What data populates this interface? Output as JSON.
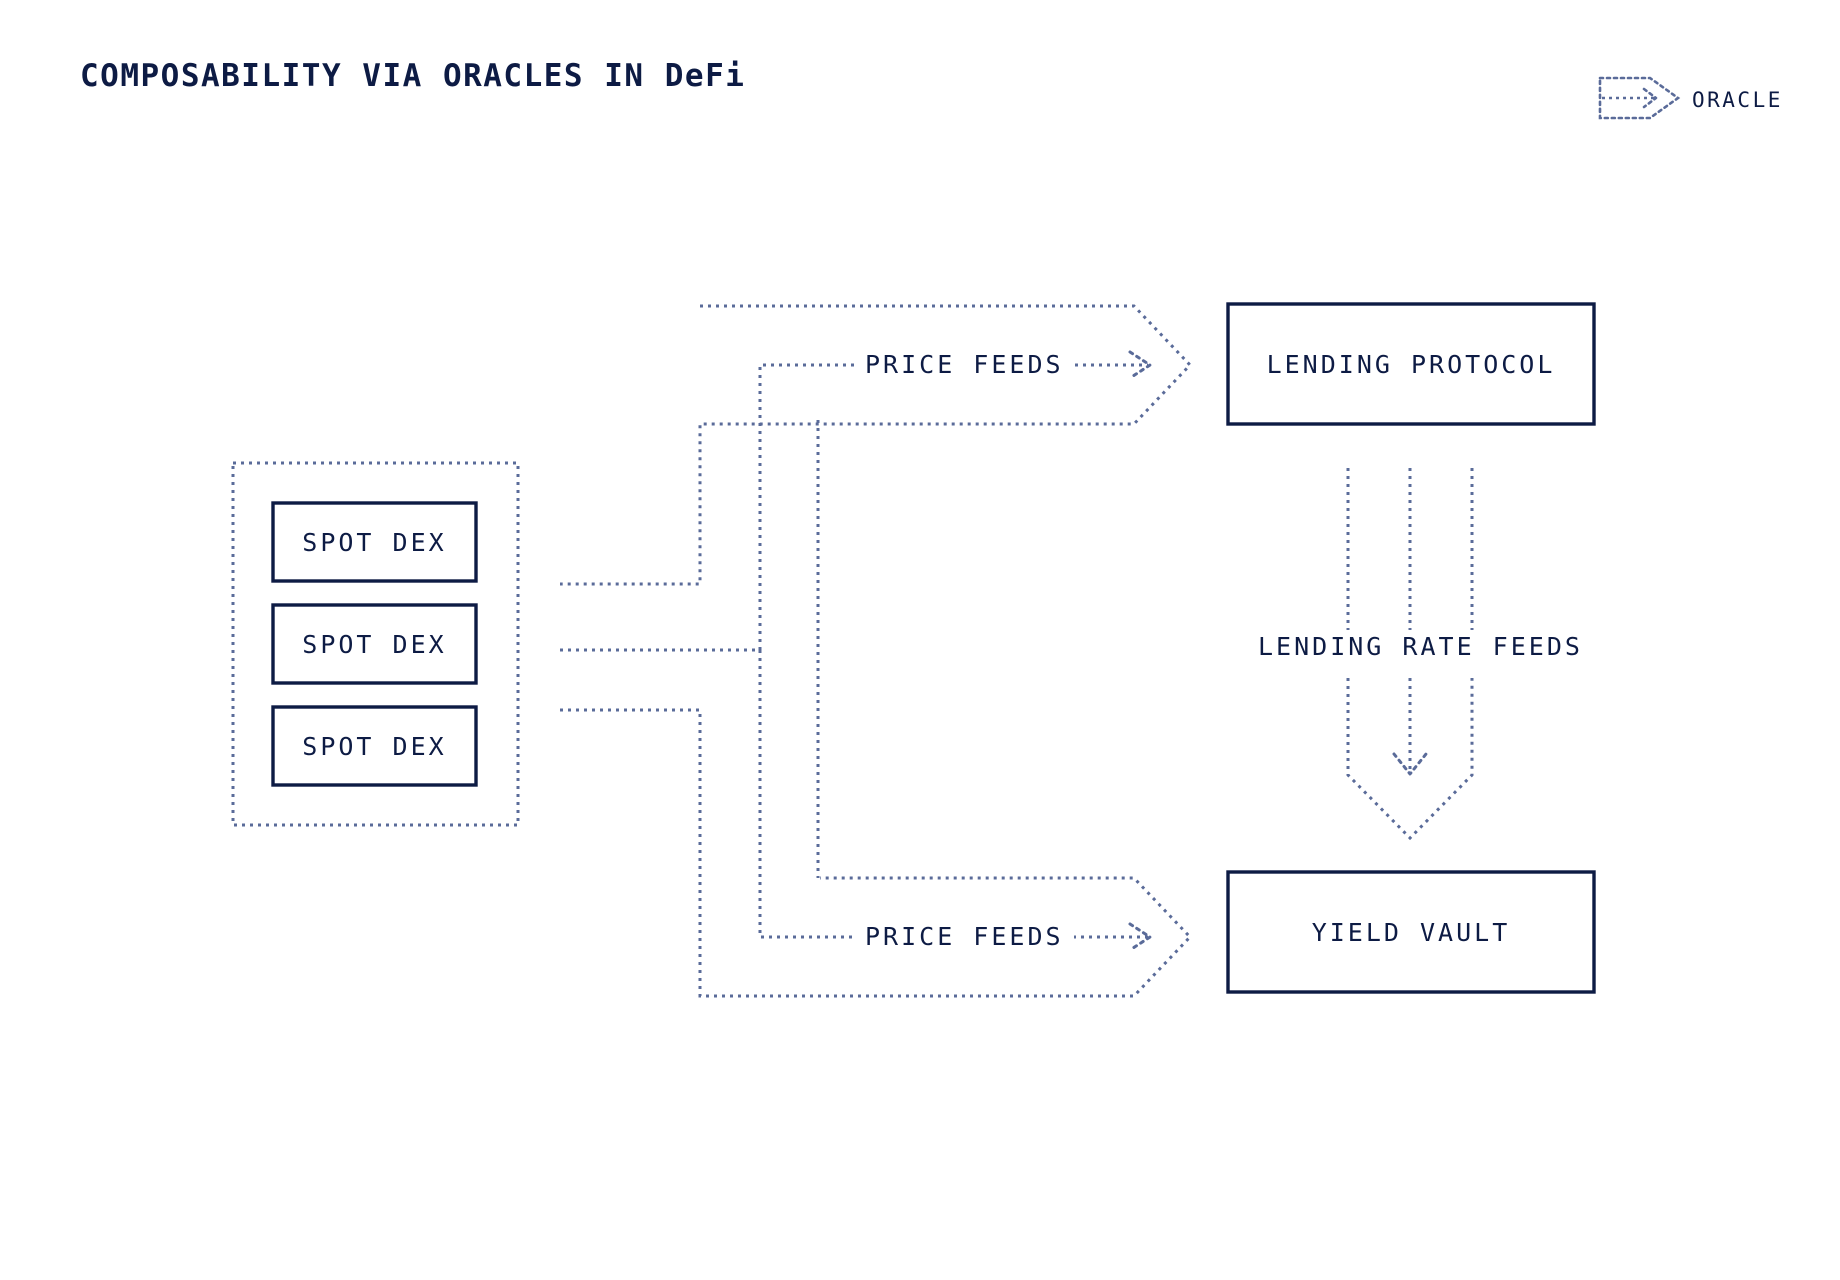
{
  "page": {
    "title": "COMPOSABILITY VIA ORACLES IN DeFi",
    "background_color": "#ffffff",
    "ink_color": "#0d1b44",
    "flow_color": "#5a6b99"
  },
  "legend": {
    "icon": "oracle-banner-arrow-icon",
    "label": "ORACLE"
  },
  "sources": {
    "group_name": "spot-dex-group",
    "items": [
      {
        "label": "SPOT DEX"
      },
      {
        "label": "SPOT DEX"
      },
      {
        "label": "SPOT DEX"
      }
    ]
  },
  "consumers": [
    {
      "id": "lending-protocol",
      "label": "LENDING PROTOCOL"
    },
    {
      "id": "yield-vault",
      "label": "YIELD VAULT"
    }
  ],
  "flows": [
    {
      "id": "price-feeds-lending",
      "label": "PRICE FEEDS",
      "from": "spot-dex-group",
      "to": "lending-protocol"
    },
    {
      "id": "price-feeds-vault",
      "label": "PRICE FEEDS",
      "from": "spot-dex-group",
      "to": "yield-vault"
    },
    {
      "id": "lending-rate-feeds",
      "label": "LENDING RATE FEEDS",
      "from": "lending-protocol",
      "to": "yield-vault"
    }
  ]
}
